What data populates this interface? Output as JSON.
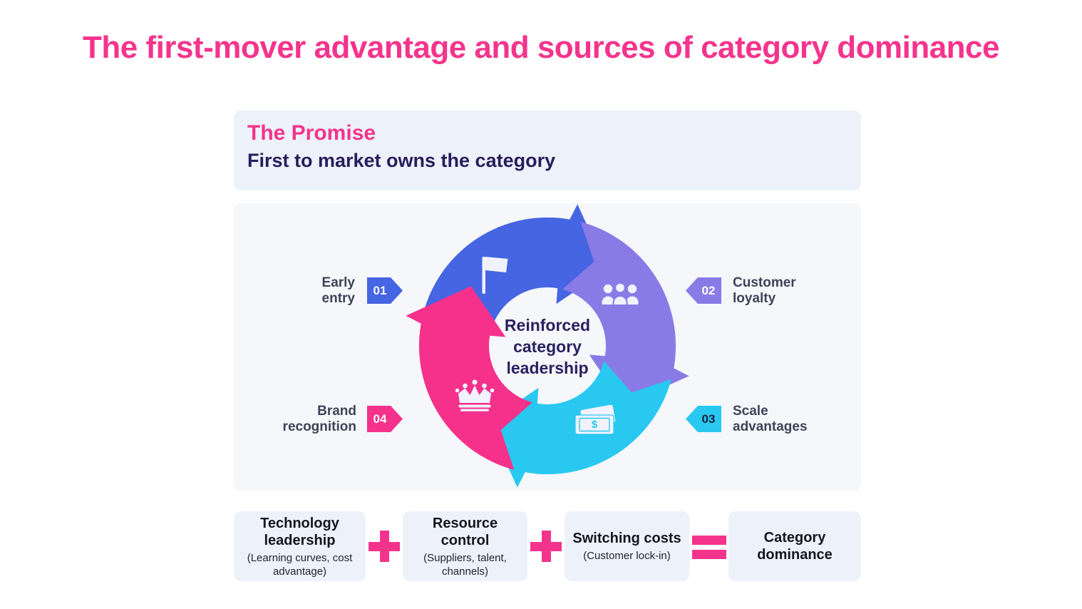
{
  "title": "The first-mover advantage and sources of category dominance",
  "promise": {
    "heading": "The Promise",
    "subheading": "First to market owns the category"
  },
  "cycle": {
    "center_label": "Reinforced category leadership",
    "items": [
      {
        "num": "01",
        "label": "Early entry",
        "icon": "flag-icon",
        "color": "#4565E2"
      },
      {
        "num": "02",
        "label": "Customer loyalty",
        "icon": "people-icon",
        "color": "#8A7AE6"
      },
      {
        "num": "03",
        "label": "Scale advantages",
        "icon": "money-icon",
        "color": "#29C8F0"
      },
      {
        "num": "04",
        "label": "Brand recognition",
        "icon": "crown-icon",
        "color": "#F5318C"
      }
    ]
  },
  "equation": {
    "terms": [
      {
        "title": "Technology leadership",
        "subtitle": "(Learning curves, cost advantage)"
      },
      {
        "title": "Resource control",
        "subtitle": "(Suppliers, talent, channels)"
      },
      {
        "title": "Switching costs",
        "subtitle": "(Customer lock-in)"
      },
      {
        "title": "Category dominance",
        "subtitle": ""
      }
    ],
    "operators": [
      "+",
      "+",
      "="
    ]
  },
  "colors": {
    "accent_pink": "#F4348C",
    "arrow_blue": "#4565E2",
    "arrow_purple": "#8A7AE6",
    "arrow_cyan": "#29C8F0",
    "arrow_pink": "#F5318C",
    "heading_navy": "#2A2060",
    "subtitle_navy": "#271D5B",
    "label_slate": "#3E4358",
    "panel_bg": "#F5F7FB",
    "box_bg": "#EDF1FA"
  }
}
